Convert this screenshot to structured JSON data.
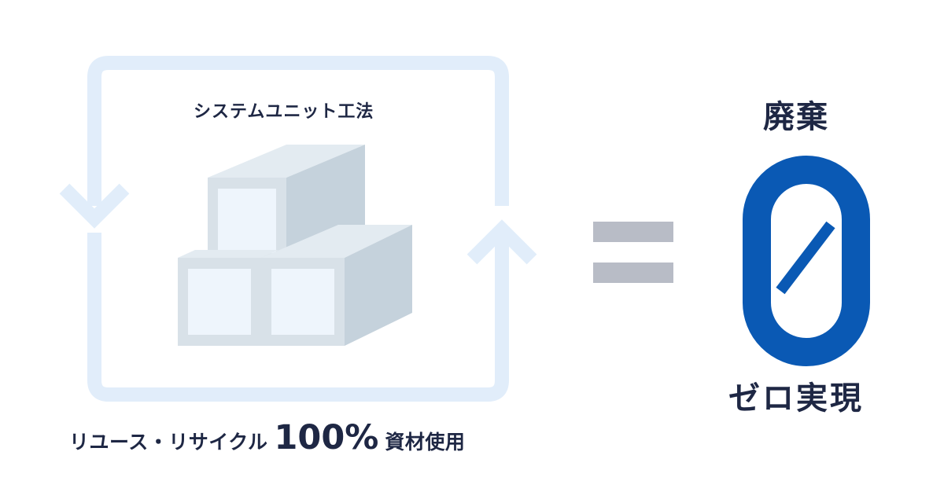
{
  "system_label": "システムユニット工法",
  "bottom": {
    "prefix": "リユース・リサイクル",
    "percent": "100%",
    "suffix": "資材使用"
  },
  "right": {
    "top_label": "廃棄",
    "digit": "0",
    "bottom_label": "ゼロ実現"
  },
  "colors": {
    "cycle_frame": "#e1edfa",
    "cube_side": "#c5d2dc",
    "cube_face": "#d8e1e8",
    "cube_inner": "#eef5fc",
    "equals_sign": "#b8bcc6",
    "zero_blue": "#0a59b4",
    "text_dark": "#1e2744"
  }
}
